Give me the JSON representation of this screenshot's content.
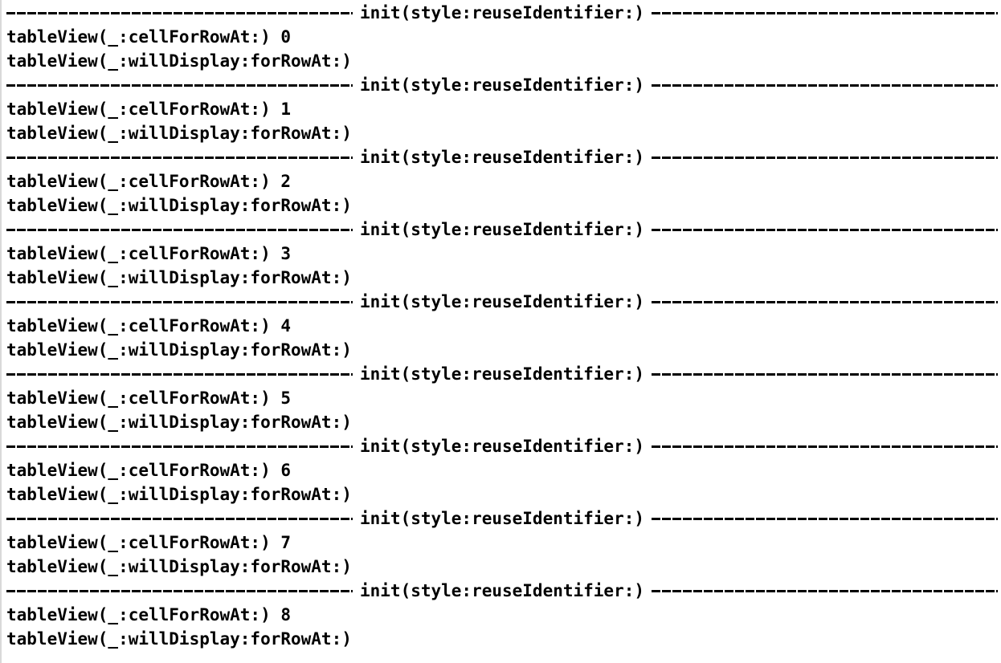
{
  "console": {
    "entries": [
      {
        "init_label": "init(style:reuseIdentifier:)",
        "cell_line": "tableView(_:cellForRowAt:) 0",
        "display_line": "tableView(_:willDisplay:forRowAt:)"
      },
      {
        "init_label": "init(style:reuseIdentifier:)",
        "cell_line": "tableView(_:cellForRowAt:) 1",
        "display_line": "tableView(_:willDisplay:forRowAt:)"
      },
      {
        "init_label": "init(style:reuseIdentifier:)",
        "cell_line": "tableView(_:cellForRowAt:) 2",
        "display_line": "tableView(_:willDisplay:forRowAt:)"
      },
      {
        "init_label": "init(style:reuseIdentifier:)",
        "cell_line": "tableView(_:cellForRowAt:) 3",
        "display_line": "tableView(_:willDisplay:forRowAt:)"
      },
      {
        "init_label": "init(style:reuseIdentifier:)",
        "cell_line": "tableView(_:cellForRowAt:) 4",
        "display_line": "tableView(_:willDisplay:forRowAt:)"
      },
      {
        "init_label": "init(style:reuseIdentifier:)",
        "cell_line": "tableView(_:cellForRowAt:) 5",
        "display_line": "tableView(_:willDisplay:forRowAt:)"
      },
      {
        "init_label": "init(style:reuseIdentifier:)",
        "cell_line": "tableView(_:cellForRowAt:) 6",
        "display_line": "tableView(_:willDisplay:forRowAt:)"
      },
      {
        "init_label": "init(style:reuseIdentifier:)",
        "cell_line": "tableView(_:cellForRowAt:) 7",
        "display_line": "tableView(_:willDisplay:forRowAt:)"
      },
      {
        "init_label": "init(style:reuseIdentifier:)",
        "cell_line": "tableView(_:cellForRowAt:) 8",
        "display_line": "tableView(_:willDisplay:forRowAt:)"
      }
    ]
  }
}
